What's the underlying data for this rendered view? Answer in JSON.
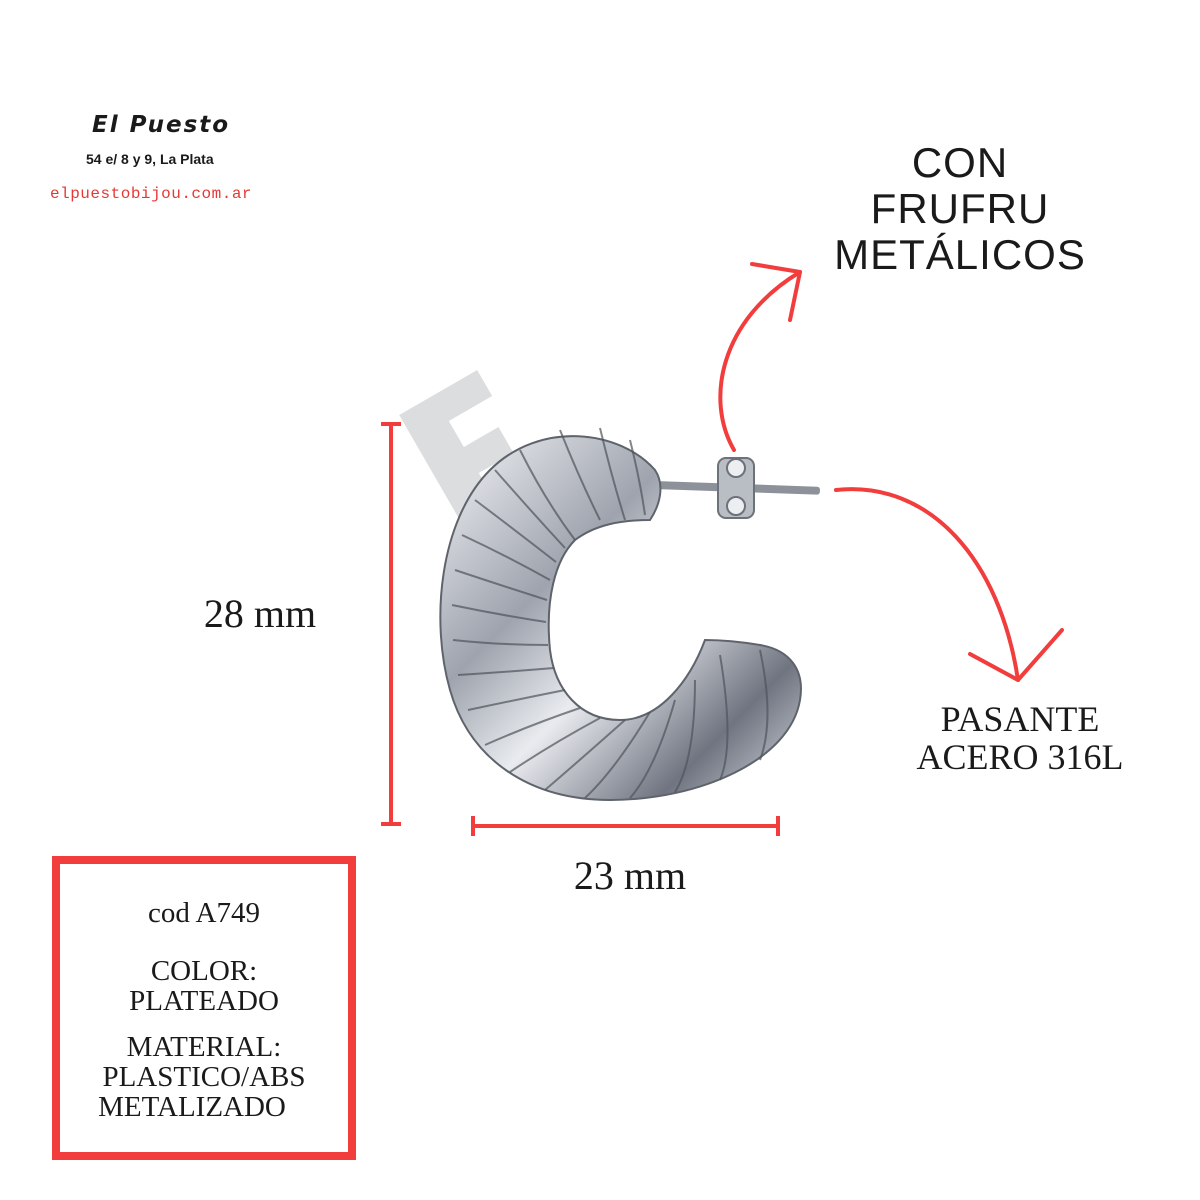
{
  "brand": {
    "name": "El Puesto",
    "address": "54 e/ 8 y 9, La Plata",
    "url": "elpuestobijou.com.ar"
  },
  "annotations": {
    "feature": [
      "CON",
      "FRUFRU",
      "METÁLICOS"
    ],
    "post": [
      "PASANTE",
      "ACERO 316L"
    ]
  },
  "dimensions": {
    "height": "28 mm",
    "width": "23 mm"
  },
  "product": {
    "code": "cod A749",
    "color_label": "COLOR:",
    "color_value": "PLATEADO",
    "material_label": "MATERIAL:",
    "material_value_1": "PLASTICO/ABS",
    "material_value_2": "METALIZADO"
  },
  "colors": {
    "accent": "#f23d3d",
    "text": "#1a1a1a",
    "metal": "#c9ccd3"
  },
  "icons": [
    "arrow-icon",
    "earring-image"
  ]
}
